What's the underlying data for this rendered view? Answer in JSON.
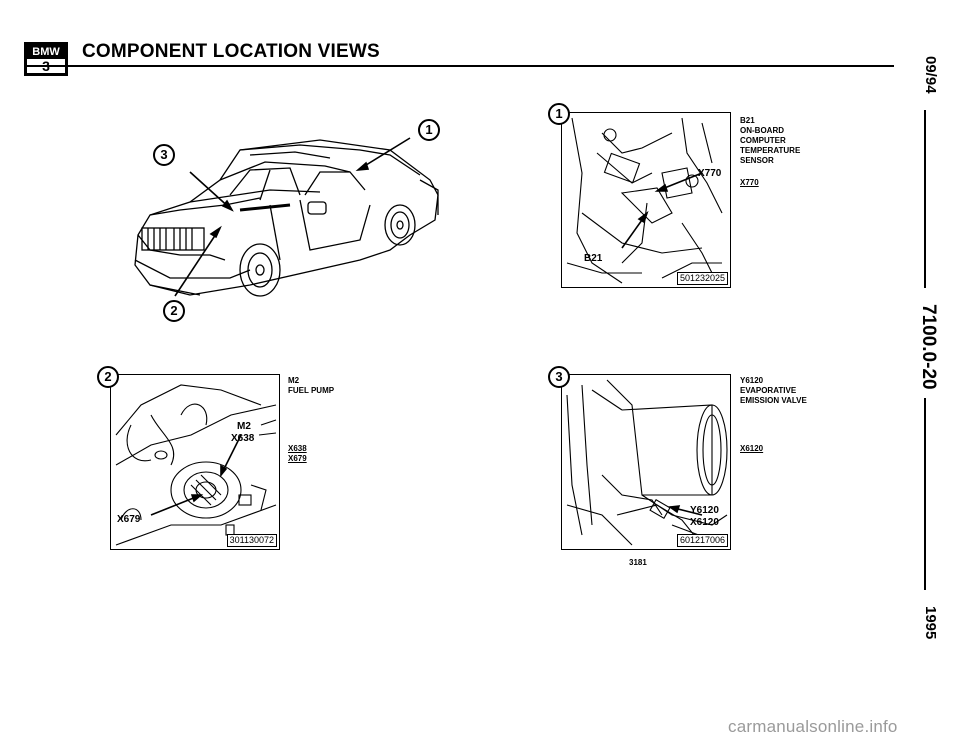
{
  "header": {
    "logo_brand": "BMW",
    "logo_model": "3",
    "title": "COMPONENT LOCATION VIEWS"
  },
  "sidebar": {
    "date": "09/94",
    "doc_number": "7100.0-20",
    "year": "1995"
  },
  "overview": {
    "callouts": [
      "1",
      "2",
      "3"
    ]
  },
  "panels": [
    {
      "callout": "1",
      "figure_id": "501232025",
      "diagram_labels": [
        "X770",
        "B21"
      ],
      "legend": {
        "component_code": "B21",
        "component_name_lines": [
          "ON-BOARD",
          "COMPUTER",
          "TEMPERATURE",
          "SENSOR"
        ],
        "connectors": [
          "X770"
        ]
      }
    },
    {
      "callout": "2",
      "figure_id": "301130072",
      "diagram_labels": [
        "M2",
        "X638",
        "X679"
      ],
      "legend": {
        "component_code": "M2",
        "component_name_lines": [
          "FUEL PUMP"
        ],
        "connectors": [
          "X638",
          "X679"
        ]
      }
    },
    {
      "callout": "3",
      "figure_id": "601217006",
      "diagram_labels": [
        "Y6120",
        "X6120"
      ],
      "legend": {
        "component_code": "Y6120",
        "component_name_lines": [
          "EVAPORATIVE",
          "EMISSION VALVE"
        ],
        "connectors": [
          "X6120"
        ]
      }
    }
  ],
  "footer": {
    "code": "3181",
    "watermark": "carmanualsonline.info"
  }
}
